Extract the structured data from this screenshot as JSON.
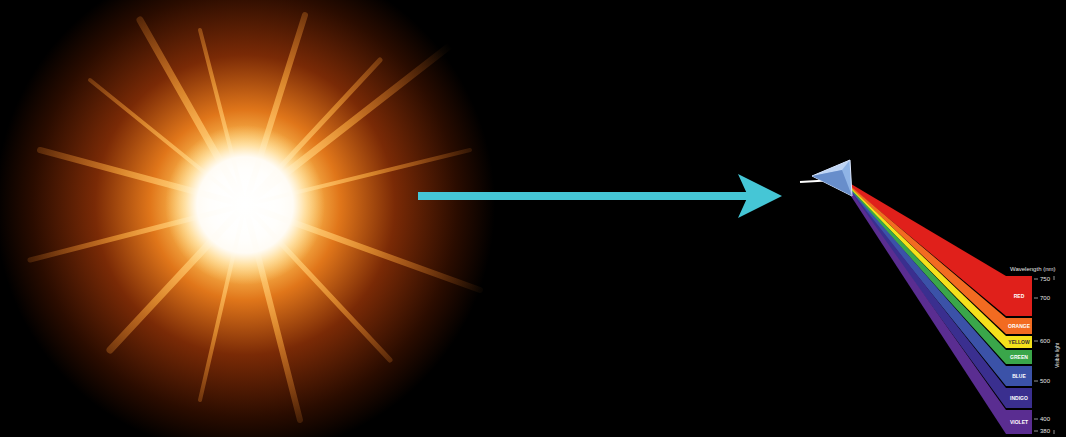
{
  "diagram": {
    "nodes": [
      {
        "text": [
          "RED"
        ]
      },
      {
        "text": [
          "ORANGE"
        ]
      },
      {
        "text": [
          "YELLOW"
        ]
      },
      {
        "text": [
          "GREEN"
        ]
      },
      {
        "text": [
          "BLUE"
        ]
      },
      {
        "text": [
          "INDIGO"
        ]
      },
      {
        "text": [
          "VIOLET"
        ]
      }
    ],
    "labels": [
      "Wavelength (nm)",
      "750",
      "700",
      "600",
      "500",
      "400",
      "380",
      "Visible light"
    ]
  }
}
